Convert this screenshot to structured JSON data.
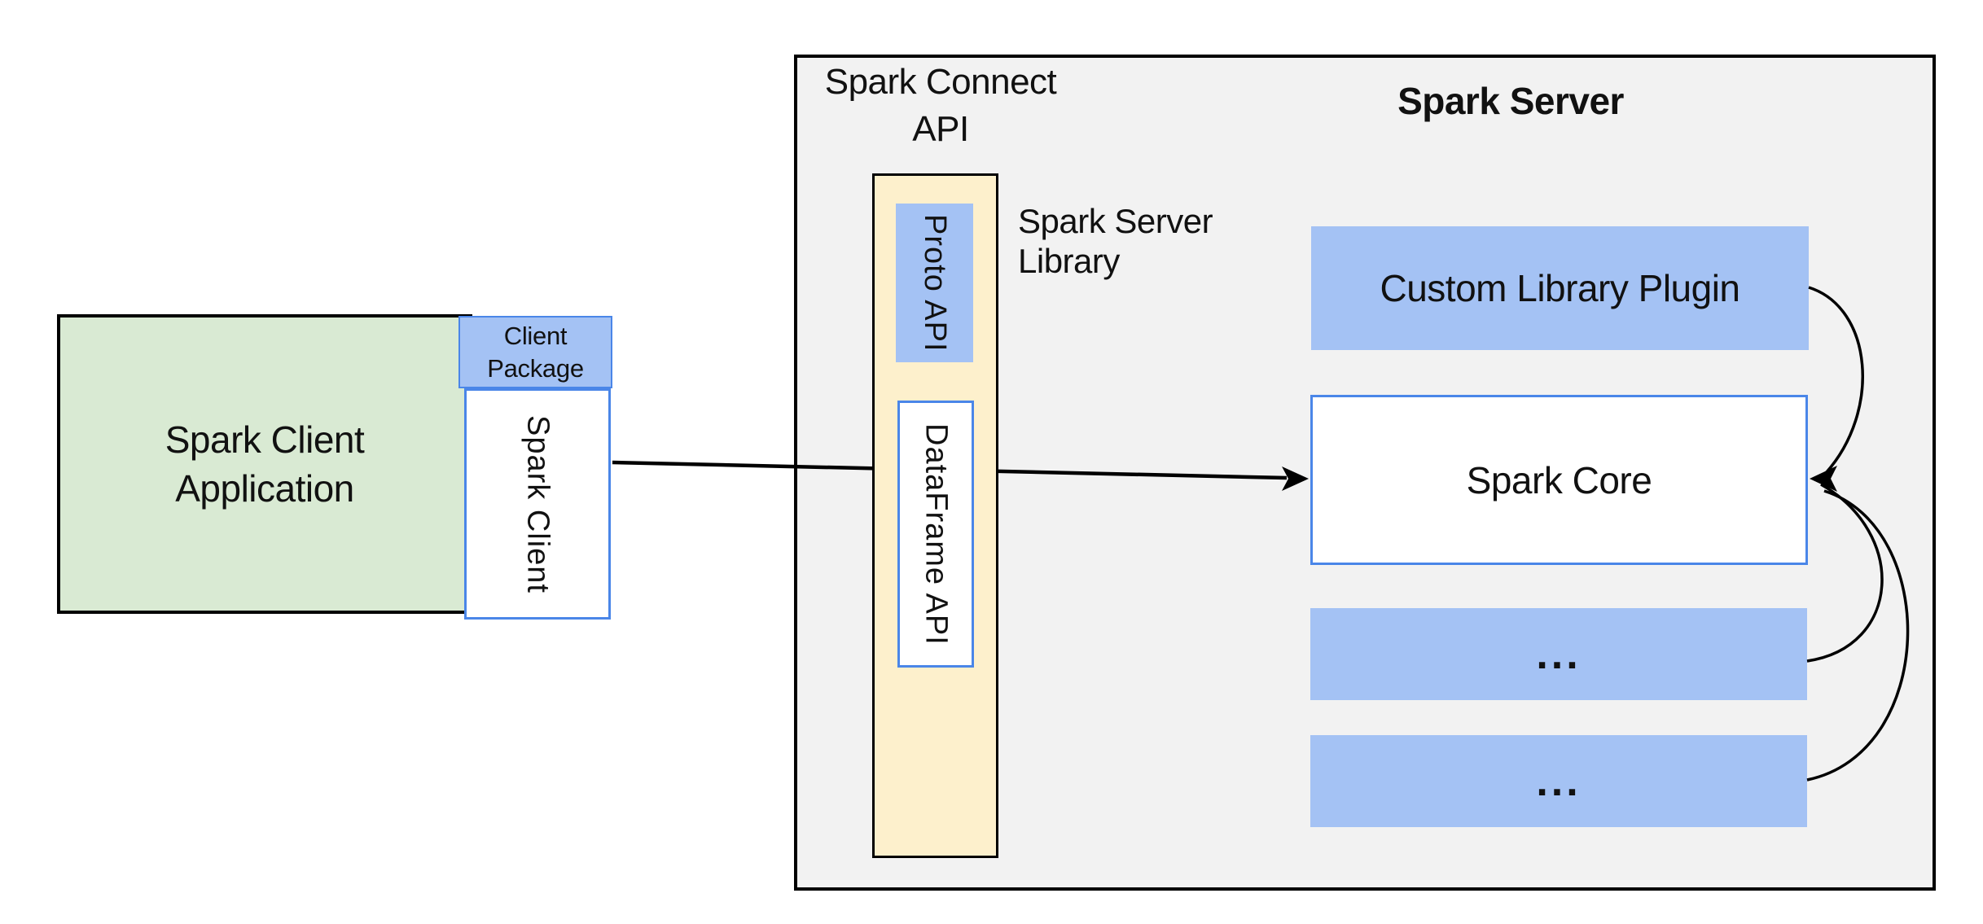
{
  "diagram": {
    "client": {
      "app_label_lines": [
        "Spark Client",
        "Application"
      ],
      "package_label_lines": [
        "Client",
        "Package"
      ],
      "client_vertical_label": "Spark Client"
    },
    "server": {
      "outer_title_lines": [
        "Spark Connect",
        "API"
      ],
      "server_title": "Spark Server",
      "library_label_lines": [
        "Spark Server",
        "Library"
      ],
      "proto_vertical_label": "Proto API",
      "dataframe_vertical_label": "DataFrame API",
      "plugin_label": "Custom Library Plugin",
      "core_label": "Spark Core",
      "ellipsis_box_1": "...",
      "ellipsis_box_2": "..."
    },
    "colors": {
      "server_background": "#f2f2f2",
      "client_green": "#d9ead3",
      "box_blue_fill": "#a4c2f4",
      "box_blue_border": "#4a86e8",
      "api_strip_yellow": "#fdf0cc",
      "line_black": "#000000"
    }
  }
}
